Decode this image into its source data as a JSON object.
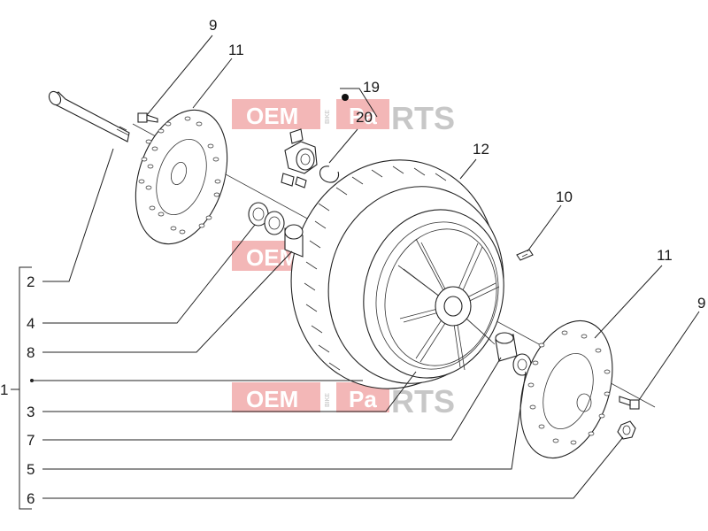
{
  "watermark": {
    "left": "OEM",
    "right": "RTS",
    "middle": "Pa",
    "vertical": "BIKE"
  },
  "callouts": {
    "n1": "1",
    "n2": "2",
    "n3": "3",
    "n4": "4",
    "n5": "5",
    "n6": "6",
    "n7": "7",
    "n8": "8",
    "n9a": "9",
    "n9b": "9",
    "n10": "10",
    "n11a": "11",
    "n11b": "11",
    "n12": "12",
    "n19": "19",
    "n20": "20"
  }
}
